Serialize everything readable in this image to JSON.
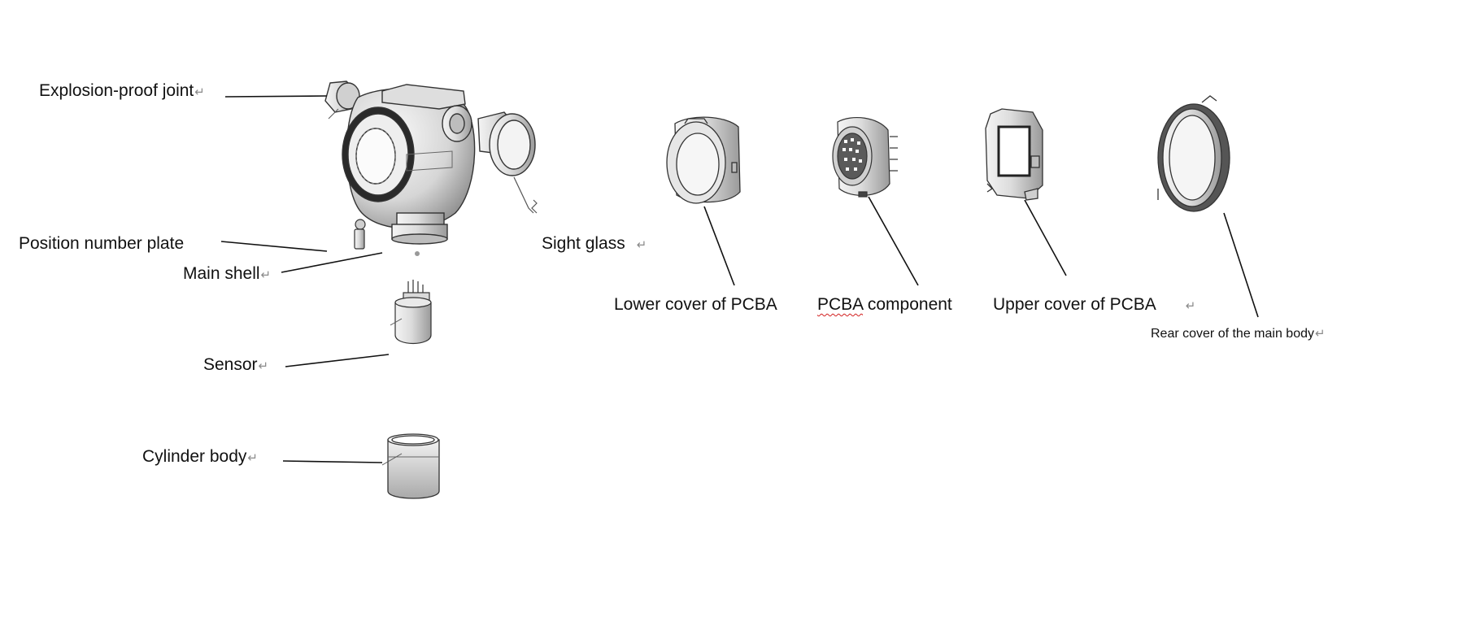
{
  "return_mark": "↵",
  "labels": {
    "explosion_proof_joint": "Explosion-proof joint",
    "position_number_plate": "Position number plate",
    "main_shell": "Main shell",
    "sensor": "Sensor",
    "cylinder_body": "Cylinder body",
    "sight_glass": "Sight glass",
    "lower_cover_pcba": "Lower cover of PCBA",
    "pcba_component_prefix": "PCBA",
    "pcba_component_suffix": " component",
    "upper_cover_pcba": "Upper cover of PCBA",
    "rear_cover": "Rear cover of the main body"
  },
  "colors": {
    "text": "#111111",
    "leader": "#111111",
    "part_outline": "#333333",
    "spellcheck": "#d21f1f"
  }
}
